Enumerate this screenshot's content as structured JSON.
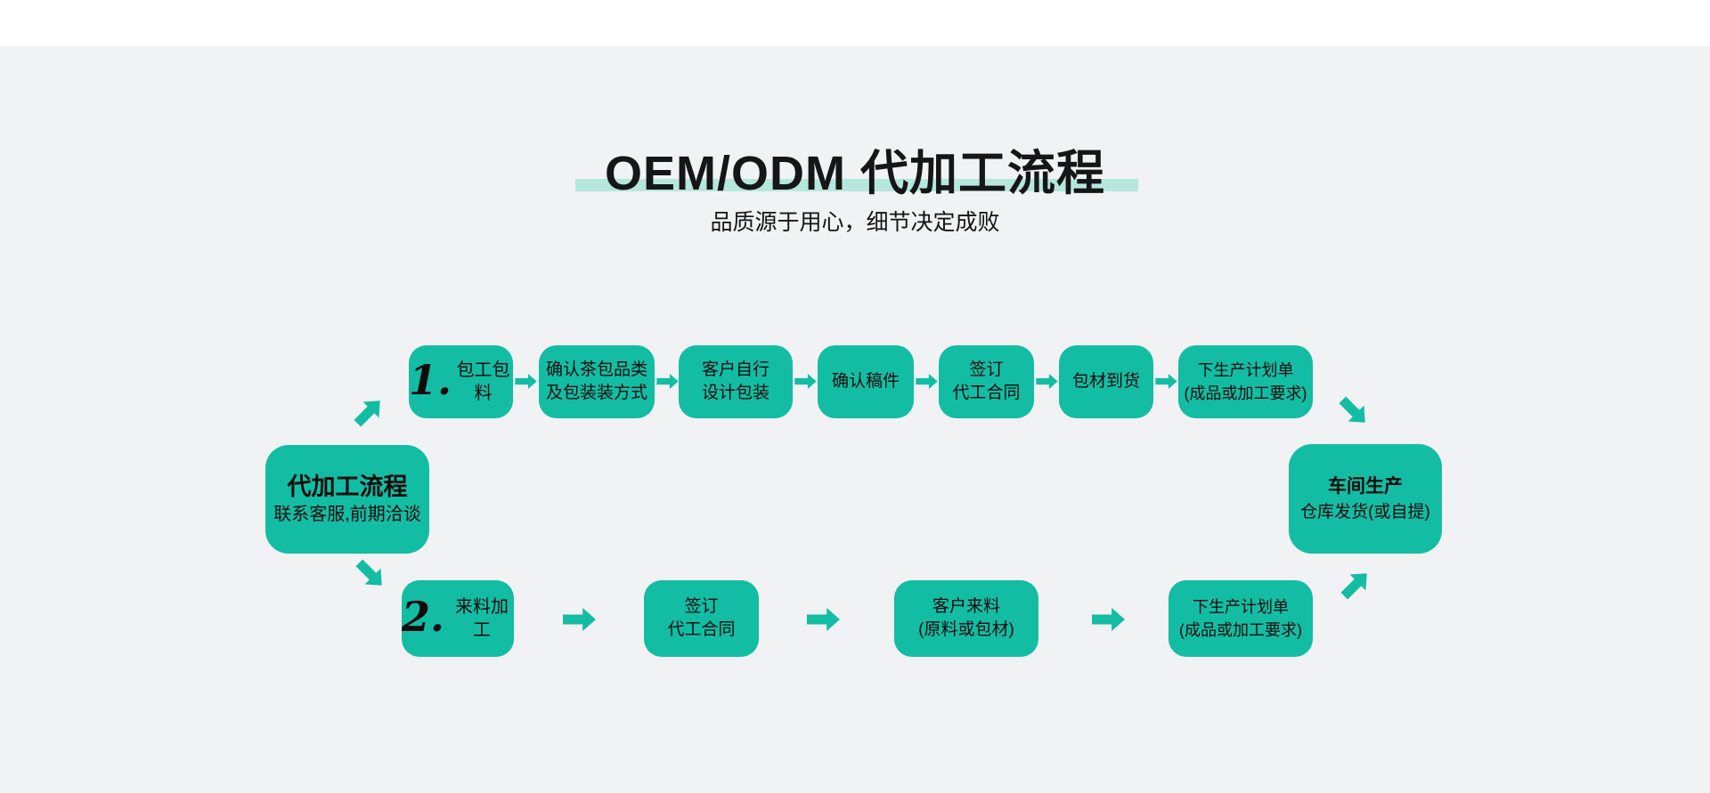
{
  "header": {
    "title": "OEM/ODM 代加工流程",
    "subtitle": "品质源于用心，细节决定成败"
  },
  "flow": {
    "start": {
      "title": "代加工流程",
      "subtitle": "联系客服,前期洽谈"
    },
    "branch1": {
      "number": "1.",
      "label": "包工包料",
      "steps": [
        [
          "确认茶包品类",
          "及包装装方式"
        ],
        [
          "客户自行",
          "设计包装"
        ],
        [
          "确认稿件"
        ],
        [
          "签订",
          "代工合同"
        ],
        [
          "包材到货"
        ],
        [
          "下生产计划单",
          "(成品或加工要求)"
        ]
      ]
    },
    "branch2": {
      "number": "2.",
      "label": "来料加工",
      "steps": [
        [
          "签订",
          "代工合同"
        ],
        [
          "客户来料",
          "(原料或包材)"
        ],
        [
          "下生产计划单",
          "(成品或加工要求)"
        ]
      ]
    },
    "end": {
      "line1": "车间生产",
      "line2": "仓库发货(或自提)"
    }
  },
  "colors": {
    "node": "#12bda4",
    "arrow": "#12bda4",
    "highlight": "#b5e7dc",
    "background": "#f1f2f4",
    "topbar": "#ffffff"
  }
}
